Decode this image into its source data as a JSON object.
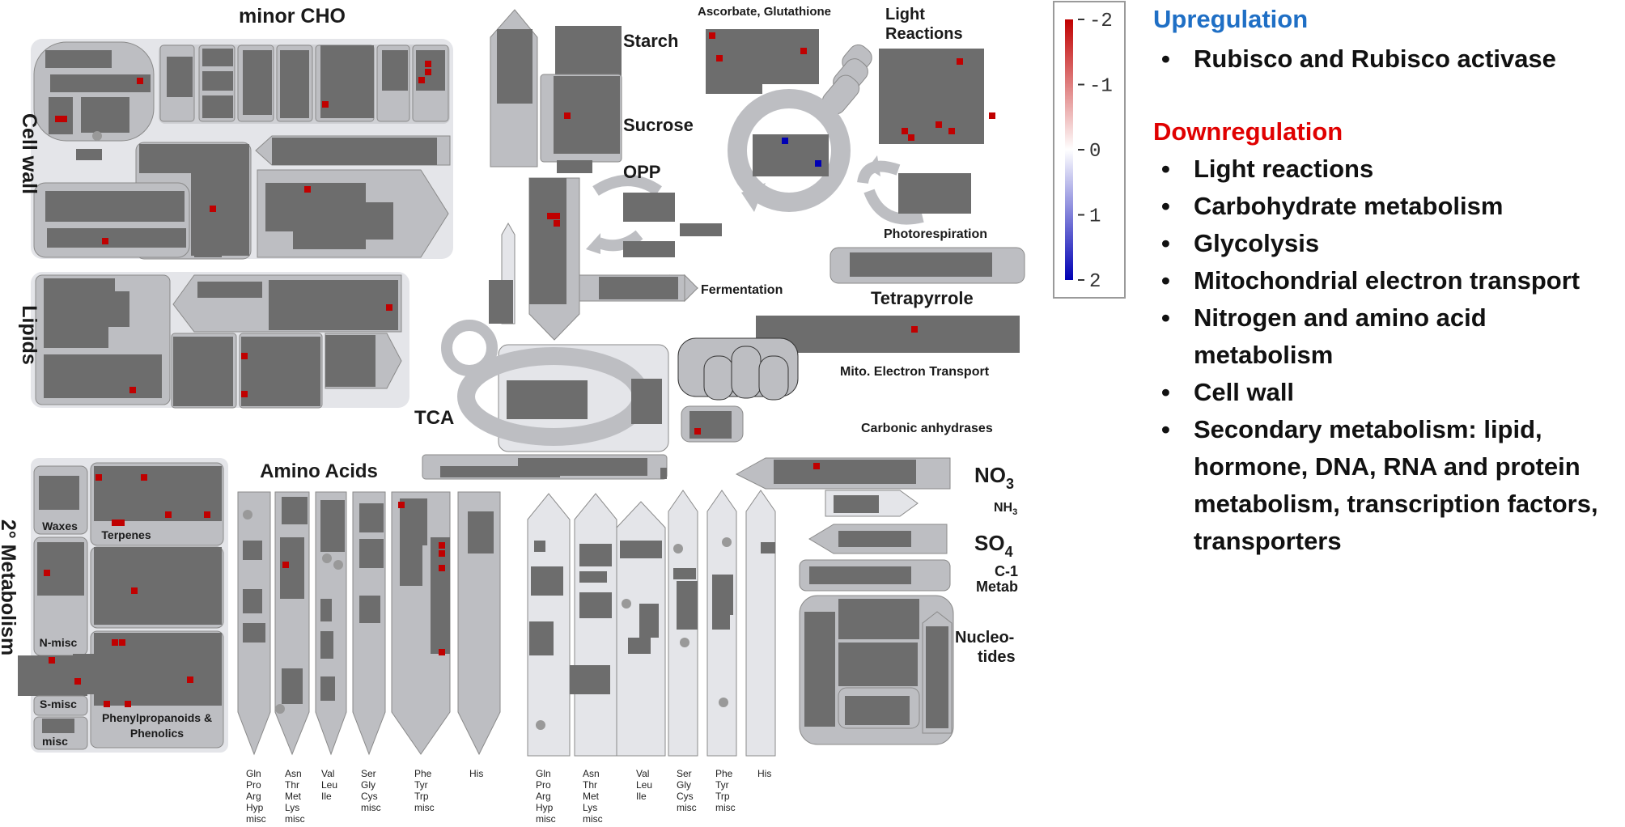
{
  "diagram": {
    "labels": {
      "minor_cho": "minor CHO",
      "cell_wall": "Cell wall",
      "lipids": "Lipids",
      "secondary_metabolism": "2° Metabolism",
      "waxes": "Waxes",
      "terpenes": "Terpenes",
      "n_misc": "N-misc",
      "s_misc": "S-misc",
      "misc": "misc",
      "phenylpropanoids_1": "Phenylpropanoids &",
      "phenylpropanoids_2": "Phenolics",
      "amino_acids": "Amino Acids",
      "starch": "Starch",
      "sucrose": "Sucrose",
      "opp": "OPP",
      "fermentation": "Fermentation",
      "tca": "TCA",
      "ascorbate": "Ascorbate, Glutathione",
      "light_1": "Light",
      "light_2": "Reactions",
      "photorespiration": "Photorespiration",
      "tetrapyrrole": "Tetrapyrrole",
      "mito": "Mito. Electron Transport",
      "carbonic": "Carbonic anhydrases",
      "no3": "NO",
      "no3_sub": "3",
      "nh3": "NH",
      "nh3_sub": "3",
      "so4": "SO",
      "so4_sub": "4",
      "c1_1": "C-1",
      "c1_2": "Metab",
      "nucleo_1": "Nucleo-",
      "nucleo_2": "tides"
    },
    "amino_acid_groups": [
      [
        "Gln",
        "Pro",
        "Arg",
        "Hyp",
        "misc"
      ],
      [
        "Asn",
        "Thr",
        "Met",
        "Lys",
        "misc"
      ],
      [
        "Val",
        "Leu",
        "Ile"
      ],
      [
        "Ser",
        "Gly",
        "Cys",
        "misc"
      ],
      [
        "Phe",
        "Tyr",
        "Trp",
        "misc"
      ],
      [
        "His"
      ]
    ]
  },
  "legend": {
    "ticks": [
      "-2",
      "-1",
      "0",
      "1",
      "2"
    ],
    "colors": {
      "down": "#c00000",
      "up": "#0000b4",
      "neutral": "#ffffff"
    }
  },
  "panel": {
    "upregulation": {
      "title": "Upregulation",
      "color": "#1f6fc5",
      "items": [
        "Rubisco and Rubisco activase"
      ]
    },
    "downregulation": {
      "title": "Downregulation",
      "color": "#e00000",
      "items": [
        "Light reactions",
        "Carbohydrate metabolism",
        "Glycolysis",
        "Mitochondrial electron transport",
        "Nitrogen and amino acid metabolism",
        "Cell wall",
        "Secondary metabolism: lipid, hormone, DNA, RNA and protein metabolism, transcription factors, transporters"
      ]
    }
  }
}
